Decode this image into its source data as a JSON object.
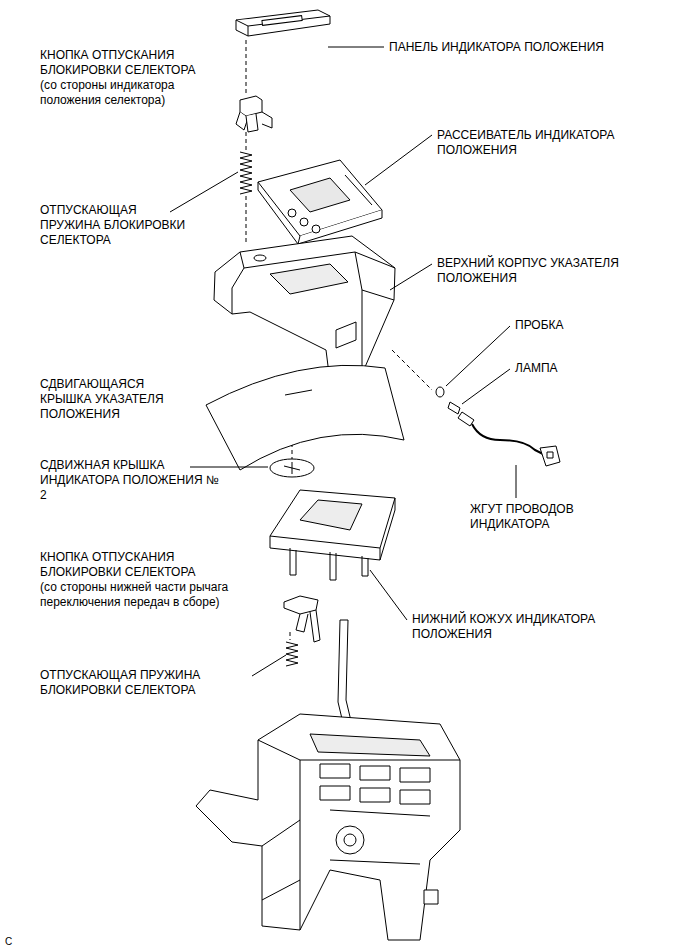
{
  "diagram": {
    "labels": [
      "ПАНЕЛЬ ИНДИКАТОРА ПОЛОЖЕНИЯ",
      "КНОПКА ОТПУСКАНИЯ БЛОКИРОВКИ СЕЛЕКТОРА",
      "(со стороны индикатора положения селектора)",
      "РАССЕИВАТЕЛЬ ИНДИКАТОРА ПОЛОЖЕНИЯ",
      "ОТПУСКАЮЩАЯ ПРУЖИНА БЛОКИРОВКИ СЕЛЕКТОРА",
      "ВЕРХНИЙ КОРПУС УКАЗАТЕЛЯ ПОЛОЖЕНИЯ",
      "ПРОБКА",
      "ЛАМПА",
      "СДВИГАЮЩАЯСЯ КРЫШКА УКАЗАТЕЛЯ ПОЛОЖЕНИЯ",
      "СДВИЖНАЯ КРЫШКА ИНДИКАТОРА ПОЛОЖЕНИЯ № 2",
      "ЖГУТ ПРОВОДОВ ИНДИКАТОРА",
      "КНОПКА ОТПУСКАНИЯ БЛОКИРОВКИ СЕЛЕКТОРА",
      "(со стороны нижней части рычага переключения передач в сборе)",
      "НИЖНИЙ КОЖУХ ИНДИКАТОРА ПОЛОЖЕНИЯ",
      "ОТПУСКАЮЩАЯ ПРУЖИНА БЛОКИРОВКИ СЕЛЕКТОРА",
      "C"
    ]
  }
}
